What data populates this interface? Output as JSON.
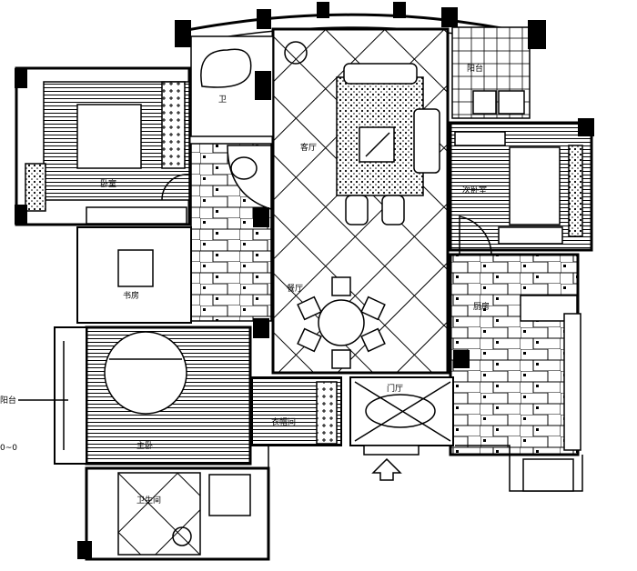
{
  "title": "Apartment floor plan",
  "rooms": {
    "living_room": "客厅",
    "dining_room": "餐厅",
    "foyer": "门厅",
    "kitchen": "厨房",
    "master_bedroom": "主卧",
    "second_bedroom": "次卧室",
    "bedroom_left": "卧室",
    "study": "书房",
    "wardrobe": "衣帽间",
    "bathroom": "卫生间",
    "bathroom_top": "卫",
    "balcony_top": "阳台",
    "balcony_left": "阳台",
    "left_note": "0~0"
  },
  "colors": {
    "ink": "#000000",
    "paper": "#ffffff"
  }
}
